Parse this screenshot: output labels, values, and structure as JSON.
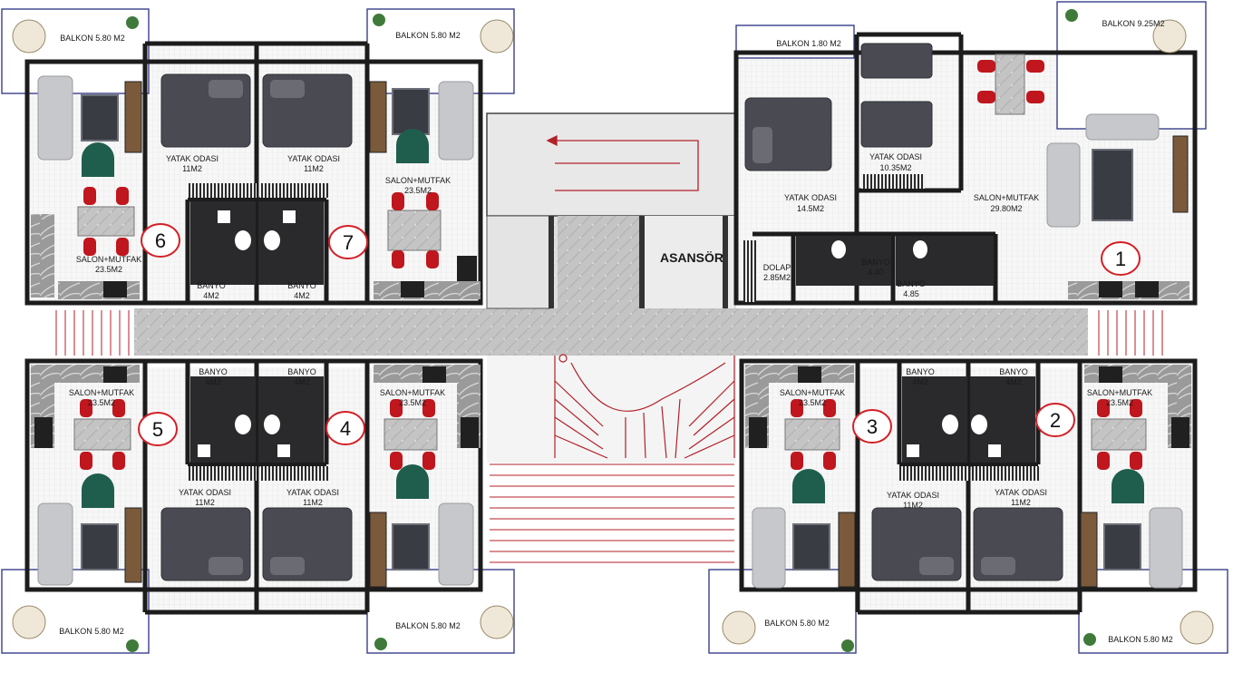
{
  "colors": {
    "wall": "#1c1c1c",
    "floor": "#f3f4f6",
    "corridor": "#c9c9c9",
    "stair_line": "#b3202a",
    "unit_circle": "#d41f26",
    "chair_red": "#c0161d",
    "armchair_green": "#1f5e4c",
    "bed_dark": "#4a4b52",
    "sofa_grey": "#c7c8cc",
    "bathroom_dark": "#2a2a2d",
    "balcony_outline": "#3a3f8a"
  },
  "core": {
    "elevator": "ASANSÖR"
  },
  "rooms": [
    {
      "id": "b6",
      "name": "BALKON 5.80 M2"
    },
    {
      "id": "b7",
      "name": "BALKON 5.80 M2"
    },
    {
      "id": "b1a",
      "name": "BALKON 1.80 M2"
    },
    {
      "id": "b1b",
      "name": "BALKON 9.25M2"
    },
    {
      "id": "y6",
      "name": "YATAK ODASI",
      "area": "11M2"
    },
    {
      "id": "y7",
      "name": "YATAK ODASI",
      "area": "11M2"
    },
    {
      "id": "s7",
      "name": "SALON+MUTFAK",
      "area": "23.5M2"
    },
    {
      "id": "s6",
      "name": "SALON+MUTFAK",
      "area": "23.5M2"
    },
    {
      "id": "ba6",
      "name": "BANYO",
      "area": "4M2"
    },
    {
      "id": "ba7",
      "name": "BANYO",
      "area": "4M2"
    },
    {
      "id": "y1a",
      "name": "YATAK ODASI",
      "area": "14.5M2"
    },
    {
      "id": "y1b",
      "name": "YATAK ODASI",
      "area": "10.35M2"
    },
    {
      "id": "s1",
      "name": "SALON+MUTFAK",
      "area": "29.80M2"
    },
    {
      "id": "d1",
      "name": "DOLAP",
      "area": "2.85M2"
    },
    {
      "id": "ba1a",
      "name": "BANYO",
      "area": "4.40"
    },
    {
      "id": "ba1b",
      "name": "BANYO",
      "area": "4.85"
    },
    {
      "id": "ba5",
      "name": "BANYO",
      "area": "4M2"
    },
    {
      "id": "ba4",
      "name": "BANYO",
      "area": "4M2"
    },
    {
      "id": "s5",
      "name": "SALON+MUTFAK",
      "area": "23.5M2"
    },
    {
      "id": "s4",
      "name": "SALON+MUTFAK",
      "area": "23.5M2"
    },
    {
      "id": "y5",
      "name": "YATAK ODASI",
      "area": "11M2"
    },
    {
      "id": "y4",
      "name": "YATAK ODASI",
      "area": "11M2"
    },
    {
      "id": "ba3",
      "name": "BANYO",
      "area": "4M2"
    },
    {
      "id": "ba2",
      "name": "BANYO",
      "area": "4M2"
    },
    {
      "id": "s3",
      "name": "SALON+MUTFAK",
      "area": "23.5M2"
    },
    {
      "id": "s2",
      "name": "SALON+MUTFAK",
      "area": "23.5M2"
    },
    {
      "id": "y3",
      "name": "YATAK ODASI",
      "area": "11M2"
    },
    {
      "id": "y2",
      "name": "YATAK ODASI",
      "area": "11M2"
    },
    {
      "id": "b5",
      "name": "BALKON 5.80 M2"
    },
    {
      "id": "b4",
      "name": "BALKON 5.80 M2"
    },
    {
      "id": "b3",
      "name": "BALKON 5.80 M2"
    },
    {
      "id": "b2",
      "name": "BALKON 5.80 M2"
    }
  ],
  "units": [
    "6",
    "7",
    "1",
    "5",
    "4",
    "3",
    "2"
  ]
}
